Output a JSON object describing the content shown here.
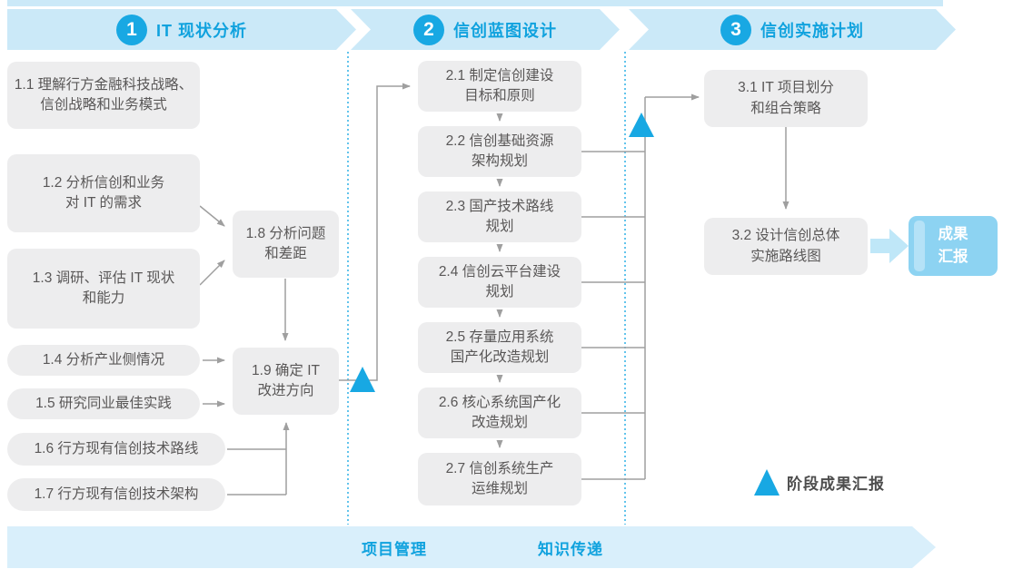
{
  "phases": [
    {
      "number": "1",
      "title": "IT 现状分析"
    },
    {
      "number": "2",
      "title": "信创蓝图设计"
    },
    {
      "number": "3",
      "title": "信创实施计划"
    }
  ],
  "boxes": {
    "b11": {
      "text": "1.1 理解行方金融科技战略、\n信创战略和业务模式"
    },
    "b12": {
      "text": "1.2 分析信创和业务\n对 IT 的需求"
    },
    "b13": {
      "text": "1.3 调研、评估 IT 现状\n和能力"
    },
    "b14": {
      "text": "1.4 分析产业侧情况"
    },
    "b15": {
      "text": "1.5 研究同业最佳实践"
    },
    "b16": {
      "text": "1.6 行方现有信创技术路线"
    },
    "b17": {
      "text": "1.7 行方现有信创技术架构"
    },
    "b18": {
      "text": "1.8 分析问题\n和差距"
    },
    "b19": {
      "text": "1.9 确定 IT\n改进方向"
    },
    "b21": {
      "text": "2.1 制定信创建设\n目标和原则"
    },
    "b22": {
      "text": "2.2 信创基础资源\n架构规划"
    },
    "b23": {
      "text": "2.3 国产技术路线\n规划"
    },
    "b24": {
      "text": "2.4 信创云平台建设\n规划"
    },
    "b25": {
      "text": "2.5 存量应用系统\n国产化改造规划"
    },
    "b26": {
      "text": "2.6 核心系统国产化\n改造规划"
    },
    "b27": {
      "text": "2.7 信创系统生产\n运维规划"
    },
    "b31": {
      "text": "3.1 IT 项目划分\n和组合策略"
    },
    "b32": {
      "text": "3.2 设计信创总体\n实施路线图"
    }
  },
  "result_box": {
    "text": "成果\n汇报"
  },
  "legend": {
    "label": "阶段成果汇报"
  },
  "bottom_banner": {
    "left_label": "项目管理",
    "right_label": "知识传递"
  },
  "colors": {
    "accent_blue": "#10a2de",
    "badge_blue": "#18a8e3",
    "banner_bg": "#cbe9f8",
    "bottom_banner_bg": "#d9effb",
    "box_bg": "#ededee",
    "box_text": "#595757",
    "connector_gray": "#9f9f9f",
    "milestone_triangle": "#18a8e3",
    "result_box_bg": "#8dd3f2",
    "result_box_stripe": "#b5e2f7",
    "big_arrow": "#bfe7f8",
    "dotted_divider": "#2fb1e6"
  }
}
